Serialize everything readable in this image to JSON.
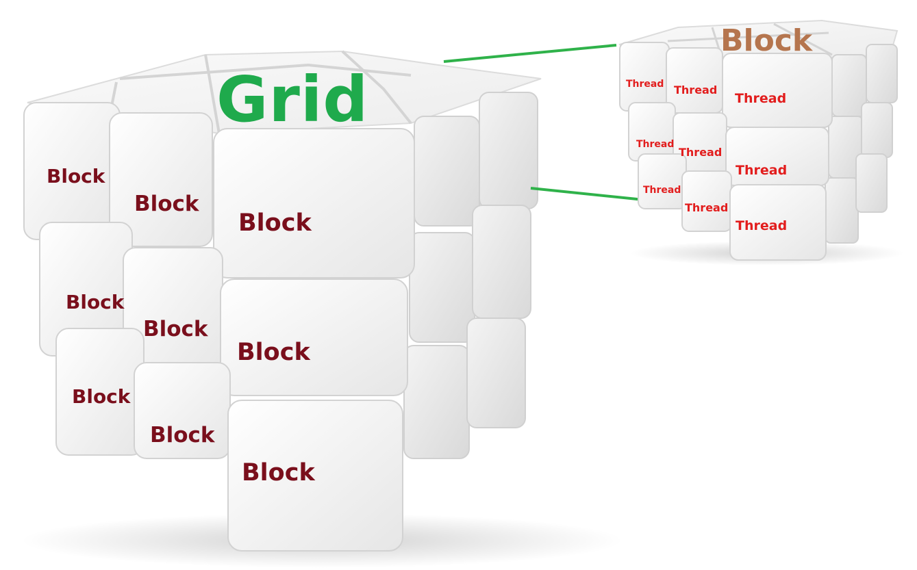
{
  "colors": {
    "grid_title": "#1faa4c",
    "block_title": "#b5754e",
    "block_label": "#7a0f1c",
    "thread_label": "#e21d1d",
    "connector": "#2fb24a",
    "cube_face": "#f1f1f1",
    "cube_edge": "#d6d6d6"
  },
  "grid": {
    "title": "Grid",
    "blocks": [
      {
        "label": "Block"
      },
      {
        "label": "Block"
      },
      {
        "label": "Block"
      },
      {
        "label": "Block"
      },
      {
        "label": "Block"
      },
      {
        "label": "Block"
      },
      {
        "label": "Block"
      },
      {
        "label": "Block"
      },
      {
        "label": "Block"
      }
    ]
  },
  "block": {
    "title": "Block",
    "threads": [
      {
        "label": "Thread"
      },
      {
        "label": "Thread"
      },
      {
        "label": "Thread"
      },
      {
        "label": "Thread"
      },
      {
        "label": "Thread"
      },
      {
        "label": "Thread"
      },
      {
        "label": "Thread"
      },
      {
        "label": "Thread"
      },
      {
        "label": "Thread"
      }
    ]
  }
}
